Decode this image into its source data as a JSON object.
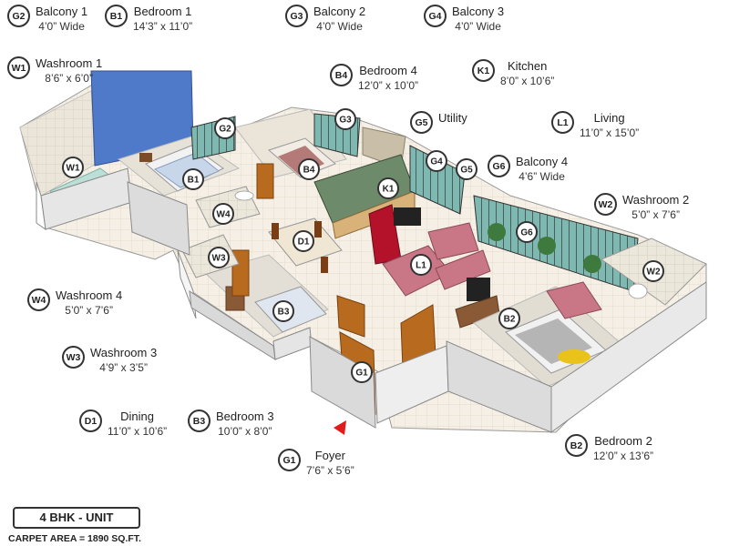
{
  "legend": [
    {
      "code": "G2",
      "name": "Balcony 1",
      "dim": "4’0” Wide"
    },
    {
      "code": "B1",
      "name": "Bedroom 1",
      "dim": "14’3” x 11’0”"
    },
    {
      "code": "G3",
      "name": "Balcony 2",
      "dim": "4’0” Wide"
    },
    {
      "code": "G4",
      "name": "Balcony 3",
      "dim": "4’0” Wide"
    },
    {
      "code": "W1",
      "name": "Washroom 1",
      "dim": "8’6” x 6’0”"
    },
    {
      "code": "B4",
      "name": "Bedroom 4",
      "dim": "12’0” x 10’0”"
    },
    {
      "code": "K1",
      "name": "Kitchen",
      "dim": "8’0” x 10’6”"
    },
    {
      "code": "G5",
      "name": "Utility",
      "dim": ""
    },
    {
      "code": "L1",
      "name": "Living",
      "dim": "11’0” x 15’0”"
    },
    {
      "code": "G6",
      "name": "Balcony 4",
      "dim": "4’6” Wide"
    },
    {
      "code": "W2",
      "name": "Washroom 2",
      "dim": "5’0” x 7’6”"
    },
    {
      "code": "W4",
      "name": "Washroom 4",
      "dim": "5’0” x 7’6”"
    },
    {
      "code": "W3",
      "name": "Washroom 3",
      "dim": "4’9” x 3’5”"
    },
    {
      "code": "D1",
      "name": "Dining",
      "dim": "11’0” x 10’6”"
    },
    {
      "code": "B3",
      "name": "Bedroom 3",
      "dim": "10’0” x 8’0”"
    },
    {
      "code": "B2",
      "name": "Bedroom 2",
      "dim": "12’0” x 13’6”"
    },
    {
      "code": "G1",
      "name": "Foyer",
      "dim": "7’6” x 5’6”"
    }
  ],
  "plan_tags": [
    "W1",
    "G2",
    "B1",
    "B4",
    "G3",
    "K1",
    "G4",
    "G5",
    "G6",
    "W4",
    "D1",
    "W3",
    "L1",
    "B3",
    "B2",
    "W2",
    "G1"
  ],
  "unit_label": "4 BHK - UNIT",
  "carpet_area": "CARPET AREA = 1890 SQ.FT.",
  "colors": {
    "wall": "#ffffff",
    "wall_side": "#d9d9d9",
    "wall_edge": "#8a8a8a",
    "floor_tile": "#f3ece2",
    "bedroom_floor": "#e7e2d8",
    "blue_wall": "#4f79c9",
    "wood": "#b86b1e",
    "kitchen_red": "#b4122a",
    "sofa": "#c97787",
    "glass": "#9fd0c8",
    "arrow": "#e11a1a"
  }
}
